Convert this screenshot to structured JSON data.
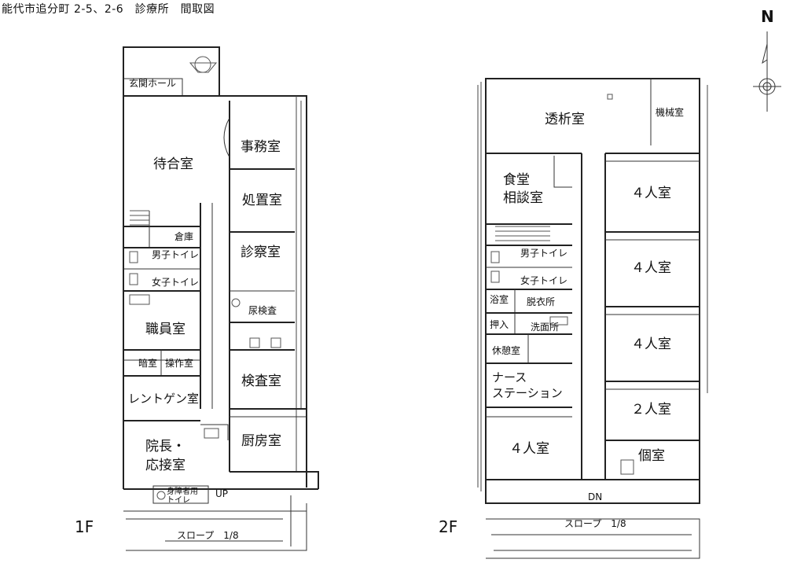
{
  "title": "能代市追分町 2-5、2-6　診療所　間取図",
  "north": "N",
  "floor1": {
    "label": "1F",
    "rooms": {
      "entrance": "玄関ホール",
      "waiting": "待合室",
      "office": "事務室",
      "treatment": "処置室",
      "exam": "診察室",
      "urine": "尿検査",
      "storage": "倉庫",
      "mens_toilet": "男子トイレ",
      "womens_toilet": "女子トイレ",
      "staff": "職員室",
      "darkroom": "暗室",
      "control": "操作室",
      "xray": "レントゲン室",
      "lab": "検査室",
      "director_l1": "院長・",
      "director_l2": "応接室",
      "kitchen": "厨房室",
      "accessible_l1": "身障者用",
      "accessible_l2": "トイレ"
    },
    "up": "UP",
    "slope": "スロープ　1/8"
  },
  "floor2": {
    "label": "2F",
    "rooms": {
      "dialysis": "透析室",
      "machine": "機械室",
      "dining_l1": "食堂",
      "dining_l2": "相談室",
      "r4a": "４人室",
      "r4b": "４人室",
      "r4c": "４人室",
      "r4d": "４人室",
      "r2": "２人室",
      "single": "個室",
      "mens_toilet": "男子トイレ",
      "womens_toilet": "女子トイレ",
      "bath": "浴室",
      "changing": "脱衣所",
      "closet": "押入",
      "washroom": "洗面所",
      "rest": "休憩室",
      "nurse_l1": "ナース",
      "nurse_l2": "ステーション"
    },
    "dn": "DN",
    "slope": "スロープ　1/8"
  }
}
